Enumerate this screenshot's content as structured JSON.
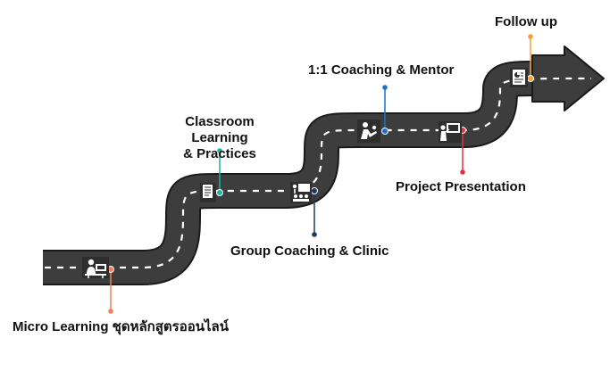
{
  "milestones": {
    "micro_learning": {
      "label": "Micro Learning ชุดหลักสูตรออนไลน์",
      "color": "#F07F5A",
      "icon": "online-learning-icon"
    },
    "classroom": {
      "label": "Classroom Learning\n& Practices",
      "color": "#1FB5A0",
      "icon": "document-icon"
    },
    "group_coaching": {
      "label": "Group Coaching & Clinic",
      "color": "#1E3A5F",
      "icon": "group-presentation-icon"
    },
    "coaching_mentor": {
      "label": "1:1 Coaching & Mentor",
      "color": "#1F6FD0",
      "icon": "mentoring-icon"
    },
    "project_presentation": {
      "label": "Project Presentation",
      "color": "#E0343F",
      "icon": "presenter-board-icon"
    },
    "follow_up": {
      "label": "Follow up",
      "color": "#F2A23A",
      "icon": "report-icon"
    }
  },
  "colors": {
    "road": "#3D3D3D",
    "road_edge": "#1A1A1A",
    "dash": "#FFFFFF",
    "text": "#111111"
  }
}
